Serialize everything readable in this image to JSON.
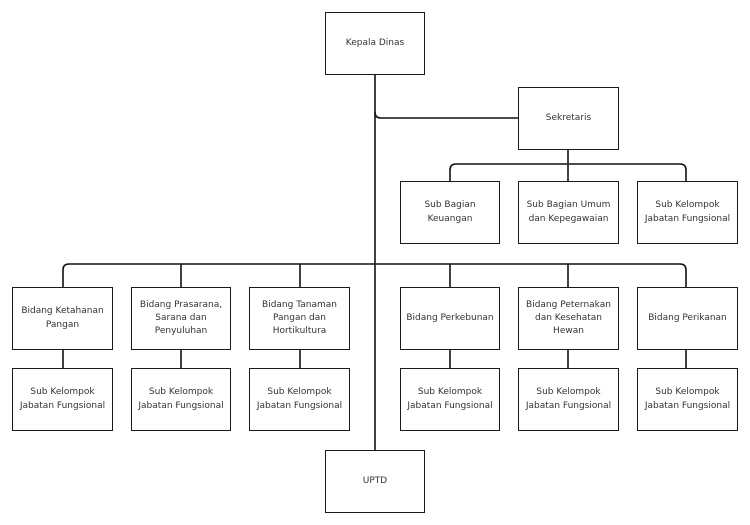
{
  "head": {
    "lines": [
      "Kepala Dinas"
    ]
  },
  "secretary": {
    "lines": [
      "Sekretaris"
    ]
  },
  "secretariat_units": [
    {
      "lines": [
        "Sub Bagian Keuangan"
      ]
    },
    {
      "lines": [
        "Sub Bagian Umum",
        "dan Kepegawaian"
      ]
    },
    {
      "lines": [
        "Sub Kelompok",
        "Jabatan Fungsional"
      ]
    }
  ],
  "divisions": [
    {
      "lines": [
        "Bidang Ketahanan",
        "Pangan"
      ]
    },
    {
      "lines": [
        "Bidang Prasarana,",
        "Sarana dan",
        "Penyuluhan"
      ]
    },
    {
      "lines": [
        "Bidang Tanaman",
        "Pangan dan",
        "Hortikultura"
      ]
    },
    {
      "lines": [
        "Bidang Perkebunan"
      ]
    },
    {
      "lines": [
        "Bidang Peternakan",
        "dan Kesehatan",
        "Hewan"
      ]
    },
    {
      "lines": [
        "Bidang Perikanan"
      ]
    }
  ],
  "division_subgroups": [
    {
      "lines": [
        "Sub Kelompok",
        "Jabatan Fungsional"
      ]
    },
    {
      "lines": [
        "Sub Kelompok",
        "Jabatan Fungsional"
      ]
    },
    {
      "lines": [
        "Sub Kelompok",
        "Jabatan Fungsional"
      ]
    },
    {
      "lines": [
        "Sub Kelompok",
        "Jabatan Fungsional"
      ]
    },
    {
      "lines": [
        "Sub Kelompok",
        "Jabatan Fungsional"
      ]
    },
    {
      "lines": [
        "Sub Kelompok",
        "Jabatan Fungsional"
      ]
    }
  ],
  "uptd": {
    "lines": [
      "UPTD"
    ]
  }
}
